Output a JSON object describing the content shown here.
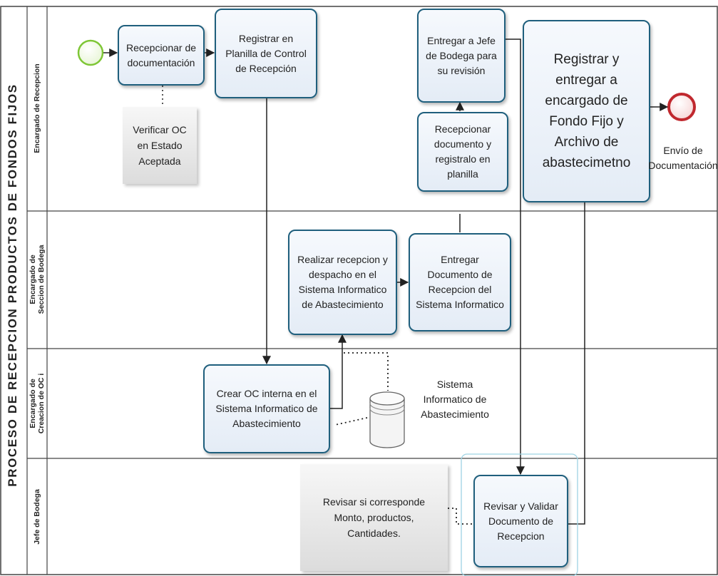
{
  "pool": {
    "title": "PROCESO DE RECEPCION PRODUCTOS DE FONDOS FIJOS"
  },
  "lanes": [
    {
      "label": "Encargado de Recepcion"
    },
    {
      "label": "Encargado de\nSeccion de Bodega"
    },
    {
      "label": "Encargado de\nCreacion de OC i"
    },
    {
      "label": "Jefe de Bodega"
    }
  ],
  "events": {
    "end_label": "Envío de\nDocumentación"
  },
  "tasks": {
    "recepcionar_doc": "Recepcionar de\ndocumentación",
    "registrar_planilla": "Registrar en\nPlanilla de Control\nde Recepción",
    "entregar_jefe": "Entregar a Jefe\nde Bodega para\nsu revisión",
    "registrar_entregar": "Registrar y\nentregar a\nencargado de\nFondo Fijo y\nArchivo de\nabastecimetno",
    "recepcionar_documento": "Recepcionar\ndocumento y\nregistralo en\nplanilla",
    "realizar_recepcion": "Realizar recepcion y\ndespacho en el\nSistema Informatico\nde Abastecimiento",
    "entregar_documento": "Entregar\nDocumento de\nRecepcion del\nSistema Informatico",
    "crear_oc": "Crear OC interna en el\nSistema Informatico de\nAbastecimiento",
    "revisar_validar": "Revisar y Validar\nDocumento de\nRecepcion"
  },
  "notes": {
    "verificar_oc": "Verificar OC\nen Estado\nAceptada",
    "revisar_corresponde": "Revisar si corresponde\nMonto, productos,\nCantidades."
  },
  "datastore": {
    "label": "Sistema\nInformatico de\nAbastecimiento"
  },
  "colors": {
    "task_border": "#1f5f7d",
    "start_event": "#7ec636",
    "end_event": "#c0282e",
    "line": "#222222"
  }
}
